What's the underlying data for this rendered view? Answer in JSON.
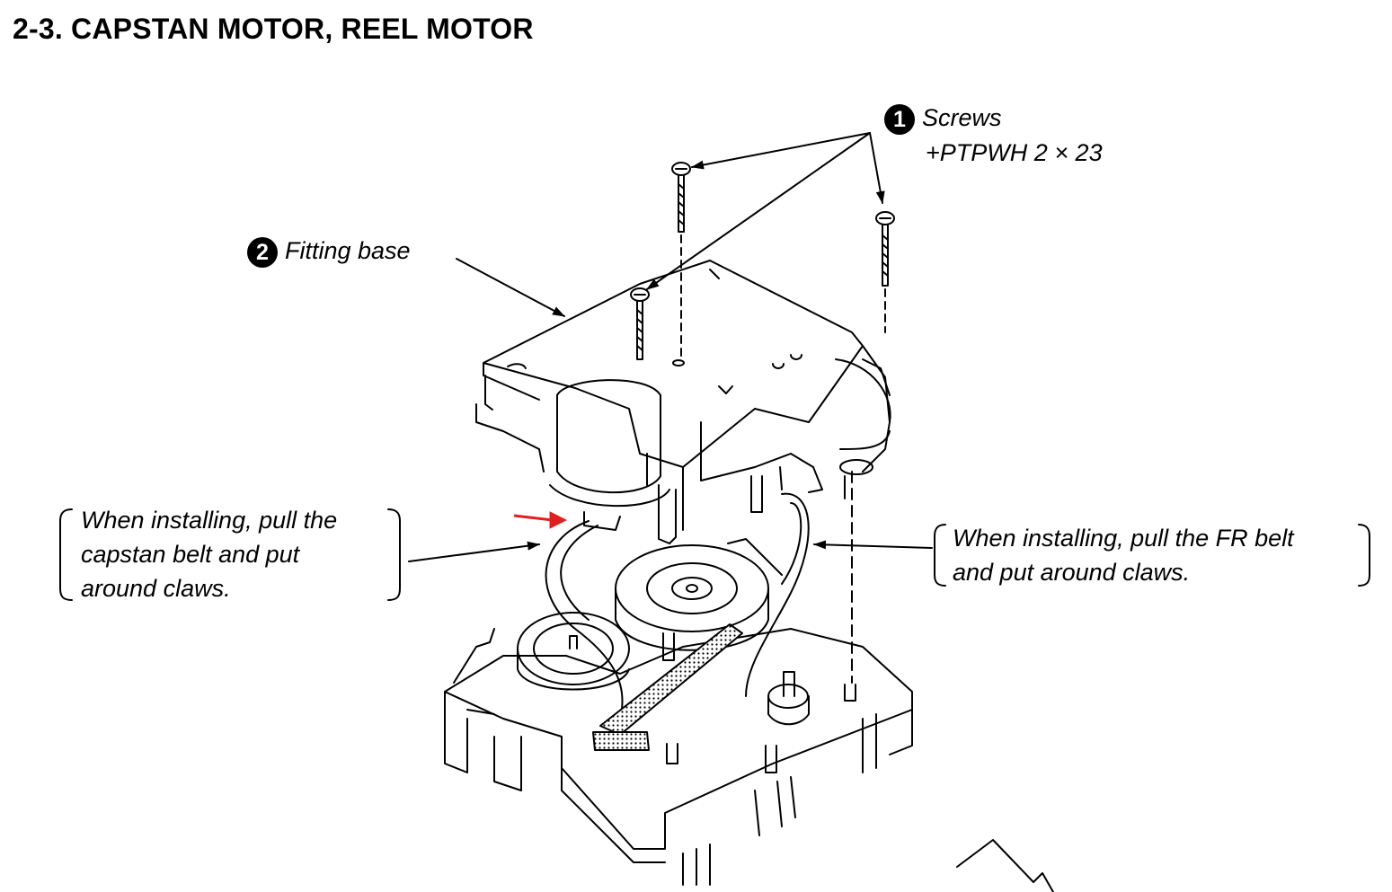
{
  "title": "2-3. CAPSTAN MOTOR, REEL MOTOR",
  "callouts": {
    "screws": {
      "number": "1",
      "label": "Screws",
      "spec": "+PTPWH 2 × 23"
    },
    "fitting_base": {
      "number": "2",
      "label": "Fitting base"
    }
  },
  "notes": {
    "capstan": {
      "lines": [
        "When installing, pull the",
        "capstan belt and put",
        "around claws."
      ]
    },
    "fr_belt": {
      "lines": [
        "When installing, pull the FR belt",
        "and put around claws."
      ]
    }
  },
  "colors": {
    "line": "#000000",
    "marker_arrow": "#e02020"
  }
}
